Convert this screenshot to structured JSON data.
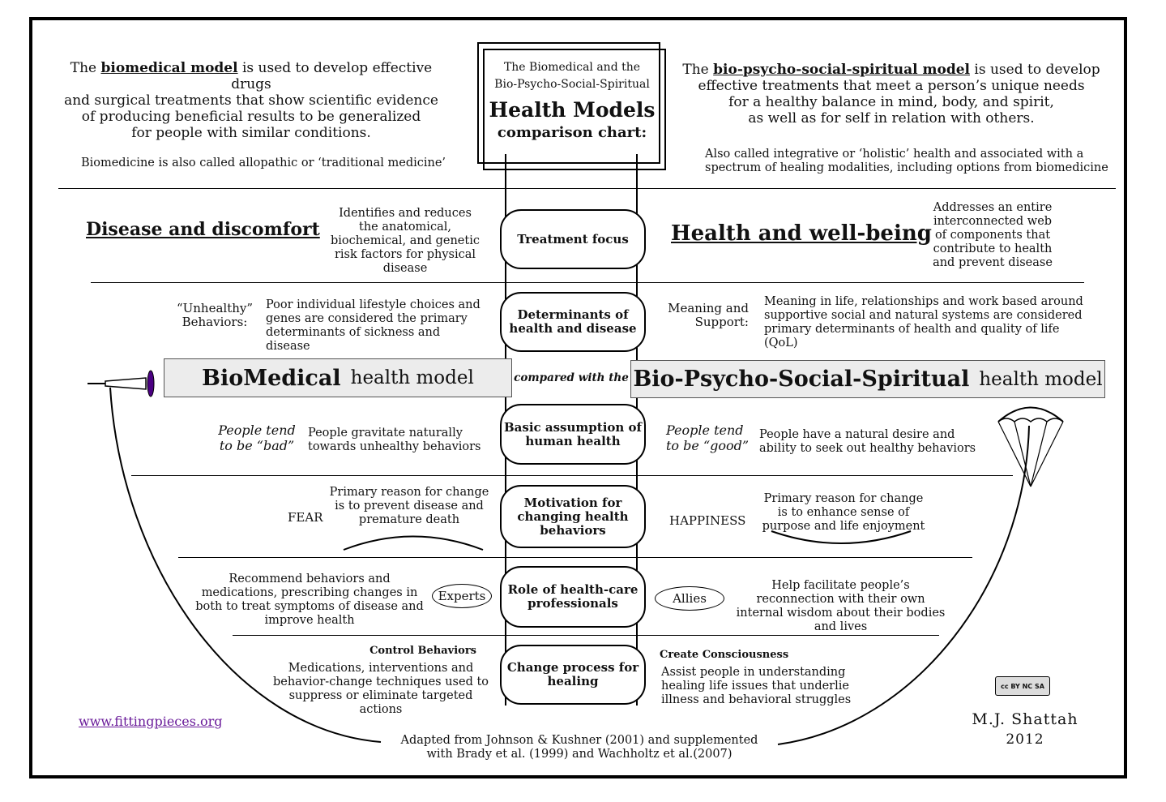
{
  "title_box": {
    "line1": "The Biomedical and the",
    "line2": "Bio-Psycho-Social-Spiritual",
    "line3": "Health Models",
    "line4": "comparison chart:"
  },
  "left_intro": {
    "pre": "The ",
    "term": "biomedical model",
    "post": " is used to develop effective drugs",
    "line2": "and surgical treatments that show scientific evidence",
    "line3": "of producing beneficial results to be generalized",
    "line4": "for people with similar conditions.",
    "note": "Biomedicine is also called allopathic or ‘traditional medicine’"
  },
  "right_intro": {
    "pre": "The ",
    "term": "bio-psycho-social-spiritual model",
    "post": " is used to develop",
    "line2": "effective treatments that meet a person’s unique needs",
    "line3": "for a healthy balance in mind, body, and spirit,",
    "line4": "as well as for self in relation with others.",
    "note1": "Also called integrative or ‘holistic’ health and associated with a",
    "note2": "spectrum of healing modalities, including options from biomedicine"
  },
  "rows": {
    "treatment": {
      "center": "Treatment focus",
      "left_big": "Disease and discomfort",
      "left_desc": "Identifies and reduces the anatomical, biochemical, and genetic risk factors for physical disease",
      "right_big": "Health and well-being",
      "right_desc": "Addresses an entire interconnected web of components that contribute to health and prevent disease"
    },
    "determinants": {
      "center": "Determinants of health and disease",
      "left_label": "“Unhealthy” Behaviors:",
      "left_desc": "Poor individual lifestyle choices and genes are considered the primary determinants of sickness and disease",
      "right_label": "Meaning and Support:",
      "right_desc": "Meaning in life, relationships and work based around supportive social and natural systems are considered primary determinants of health and quality of life (QoL)"
    },
    "banner": {
      "left_bold": "BioMedical",
      "left_normal": "health model",
      "center": "compared with the",
      "right_bold": "Bio-Psycho-Social-Spiritual",
      "right_normal": "health model"
    },
    "assumption": {
      "center": "Basic assumption of human health",
      "left_label": "People tend to be “bad”",
      "left_desc": "People gravitate naturally towards unhealthy behaviors",
      "right_label": "People tend to be “good”",
      "right_desc": "People have a natural desire and ability to seek out healthy behaviors"
    },
    "motivation": {
      "center": "Motivation for changing health behaviors",
      "left_label": "FEAR",
      "left_desc": "Primary reason for change is to prevent disease and premature death",
      "right_label": "HAPPINESS",
      "right_desc": "Primary reason for change is to enhance sense of purpose and life enjoyment"
    },
    "role": {
      "center": "Role of health-care professionals",
      "left_desc": "Recommend behaviors and medications, prescribing changes in both to treat symptoms of disease and improve health",
      "left_oval": "Experts",
      "right_oval": "Allies",
      "right_desc": "Help facilitate people’s reconnection with their own internal wisdom about their bodies and lives"
    },
    "change": {
      "center": "Change process for healing",
      "left_head": "Control Behaviors",
      "left_desc": "Medications, interventions and behavior-change techniques used to suppress or eliminate targeted actions",
      "right_head": "Create Consciousness",
      "right_desc": "Assist people in understanding healing life issues that underlie illness and behavioral struggles"
    }
  },
  "footer": {
    "website": "www.fittingpieces.org",
    "credit_line1": "Adapted from Johnson & Kushner (2001) and supplemented",
    "credit_line2": "with Brady et al. (1999) and Wachholtz et al.(2007)",
    "author": "M.J. Shattah",
    "year": "2012",
    "license_badge": "cc BY NC SA"
  },
  "colors": {
    "website": "#6a1b9a",
    "banner_bg": "#ececec",
    "syringe_cap": "#4b0082"
  }
}
